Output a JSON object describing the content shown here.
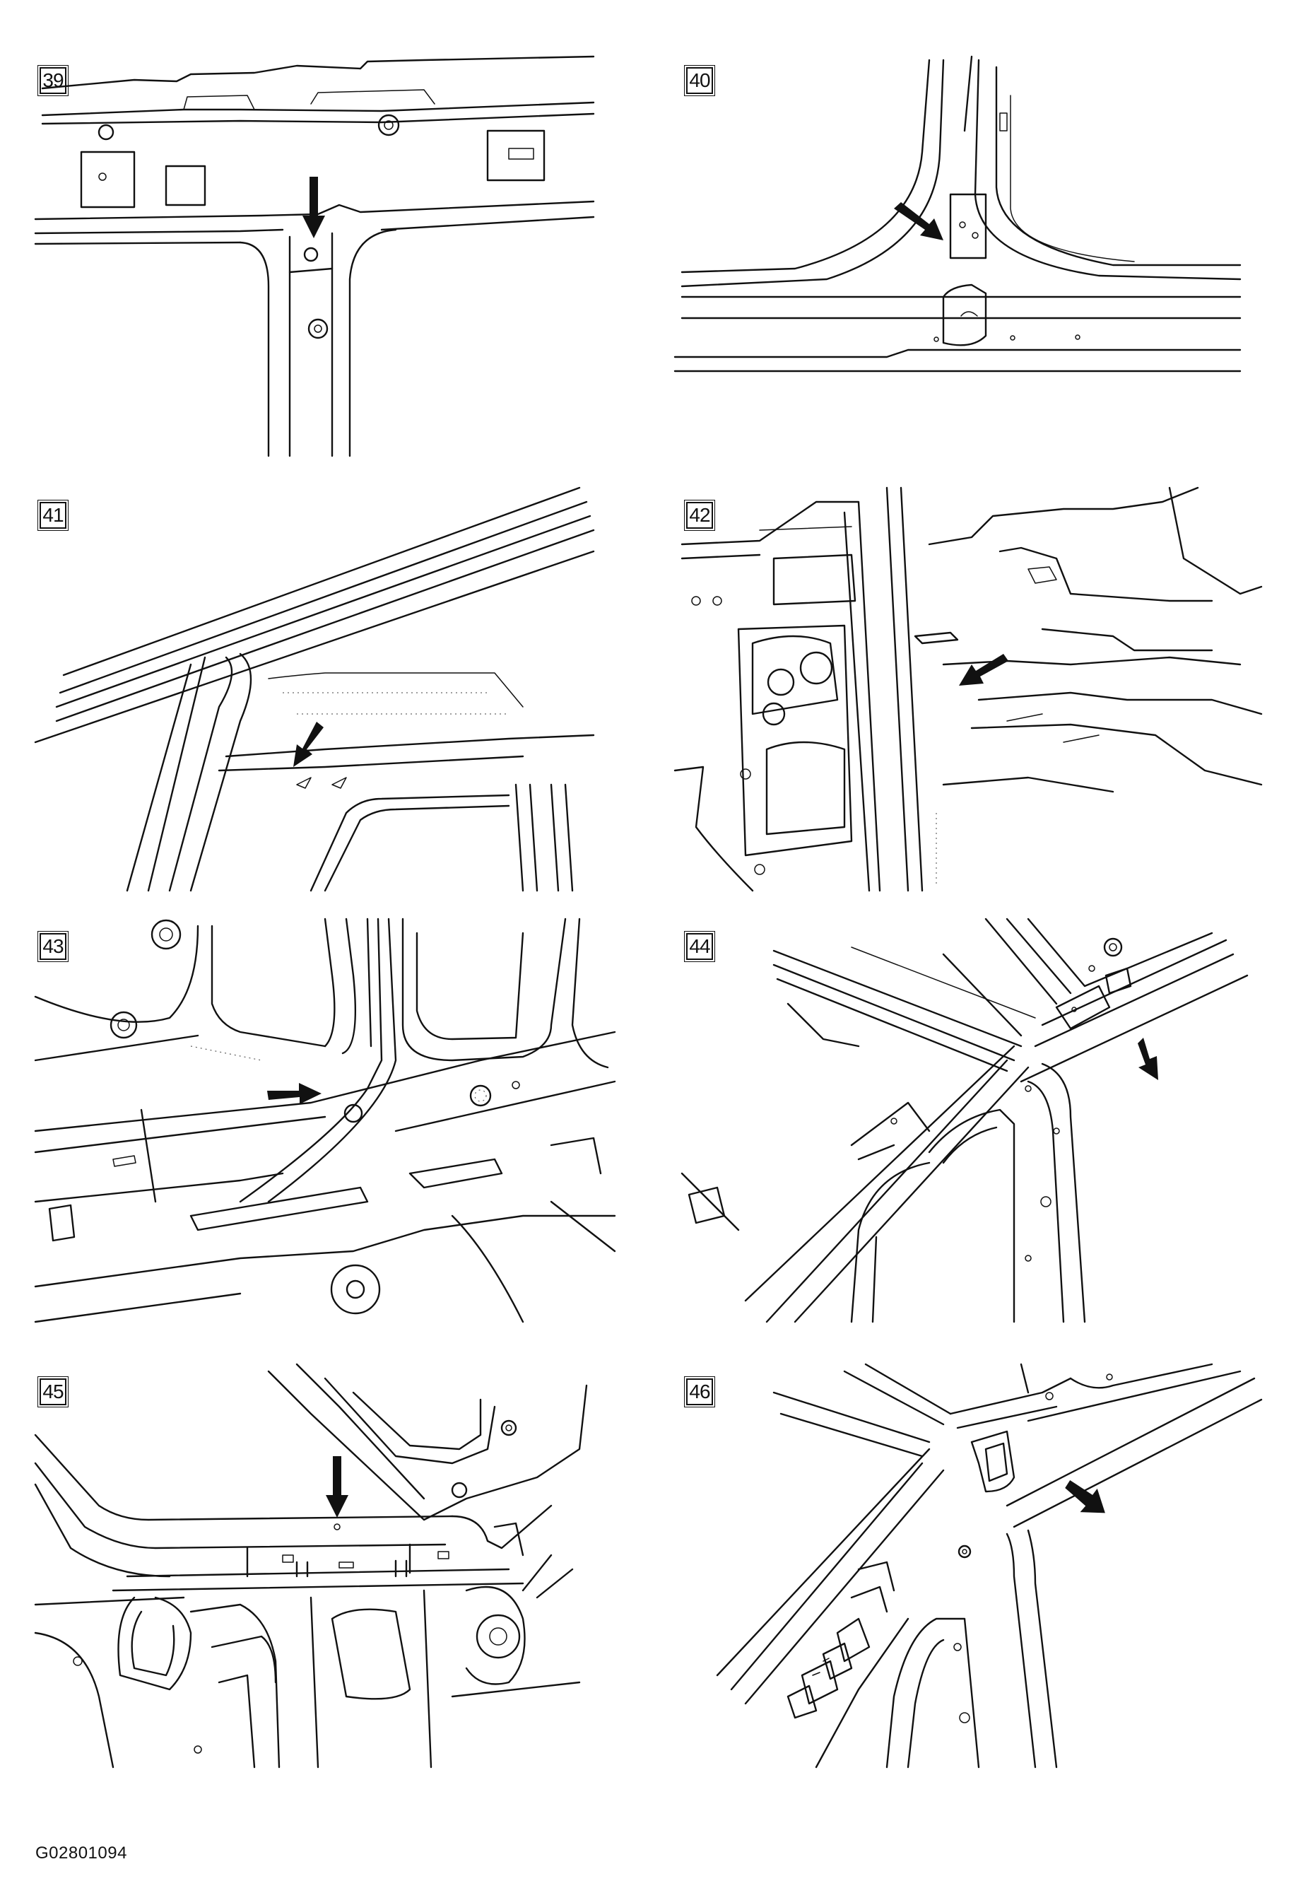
{
  "figures": [
    {
      "label": "39"
    },
    {
      "label": "40"
    },
    {
      "label": "41"
    },
    {
      "label": "42"
    },
    {
      "label": "43"
    },
    {
      "label": "44"
    },
    {
      "label": "45"
    },
    {
      "label": "46"
    }
  ],
  "figure_code": "G02801094",
  "colors": {
    "line": "#111111",
    "background": "#ffffff"
  }
}
